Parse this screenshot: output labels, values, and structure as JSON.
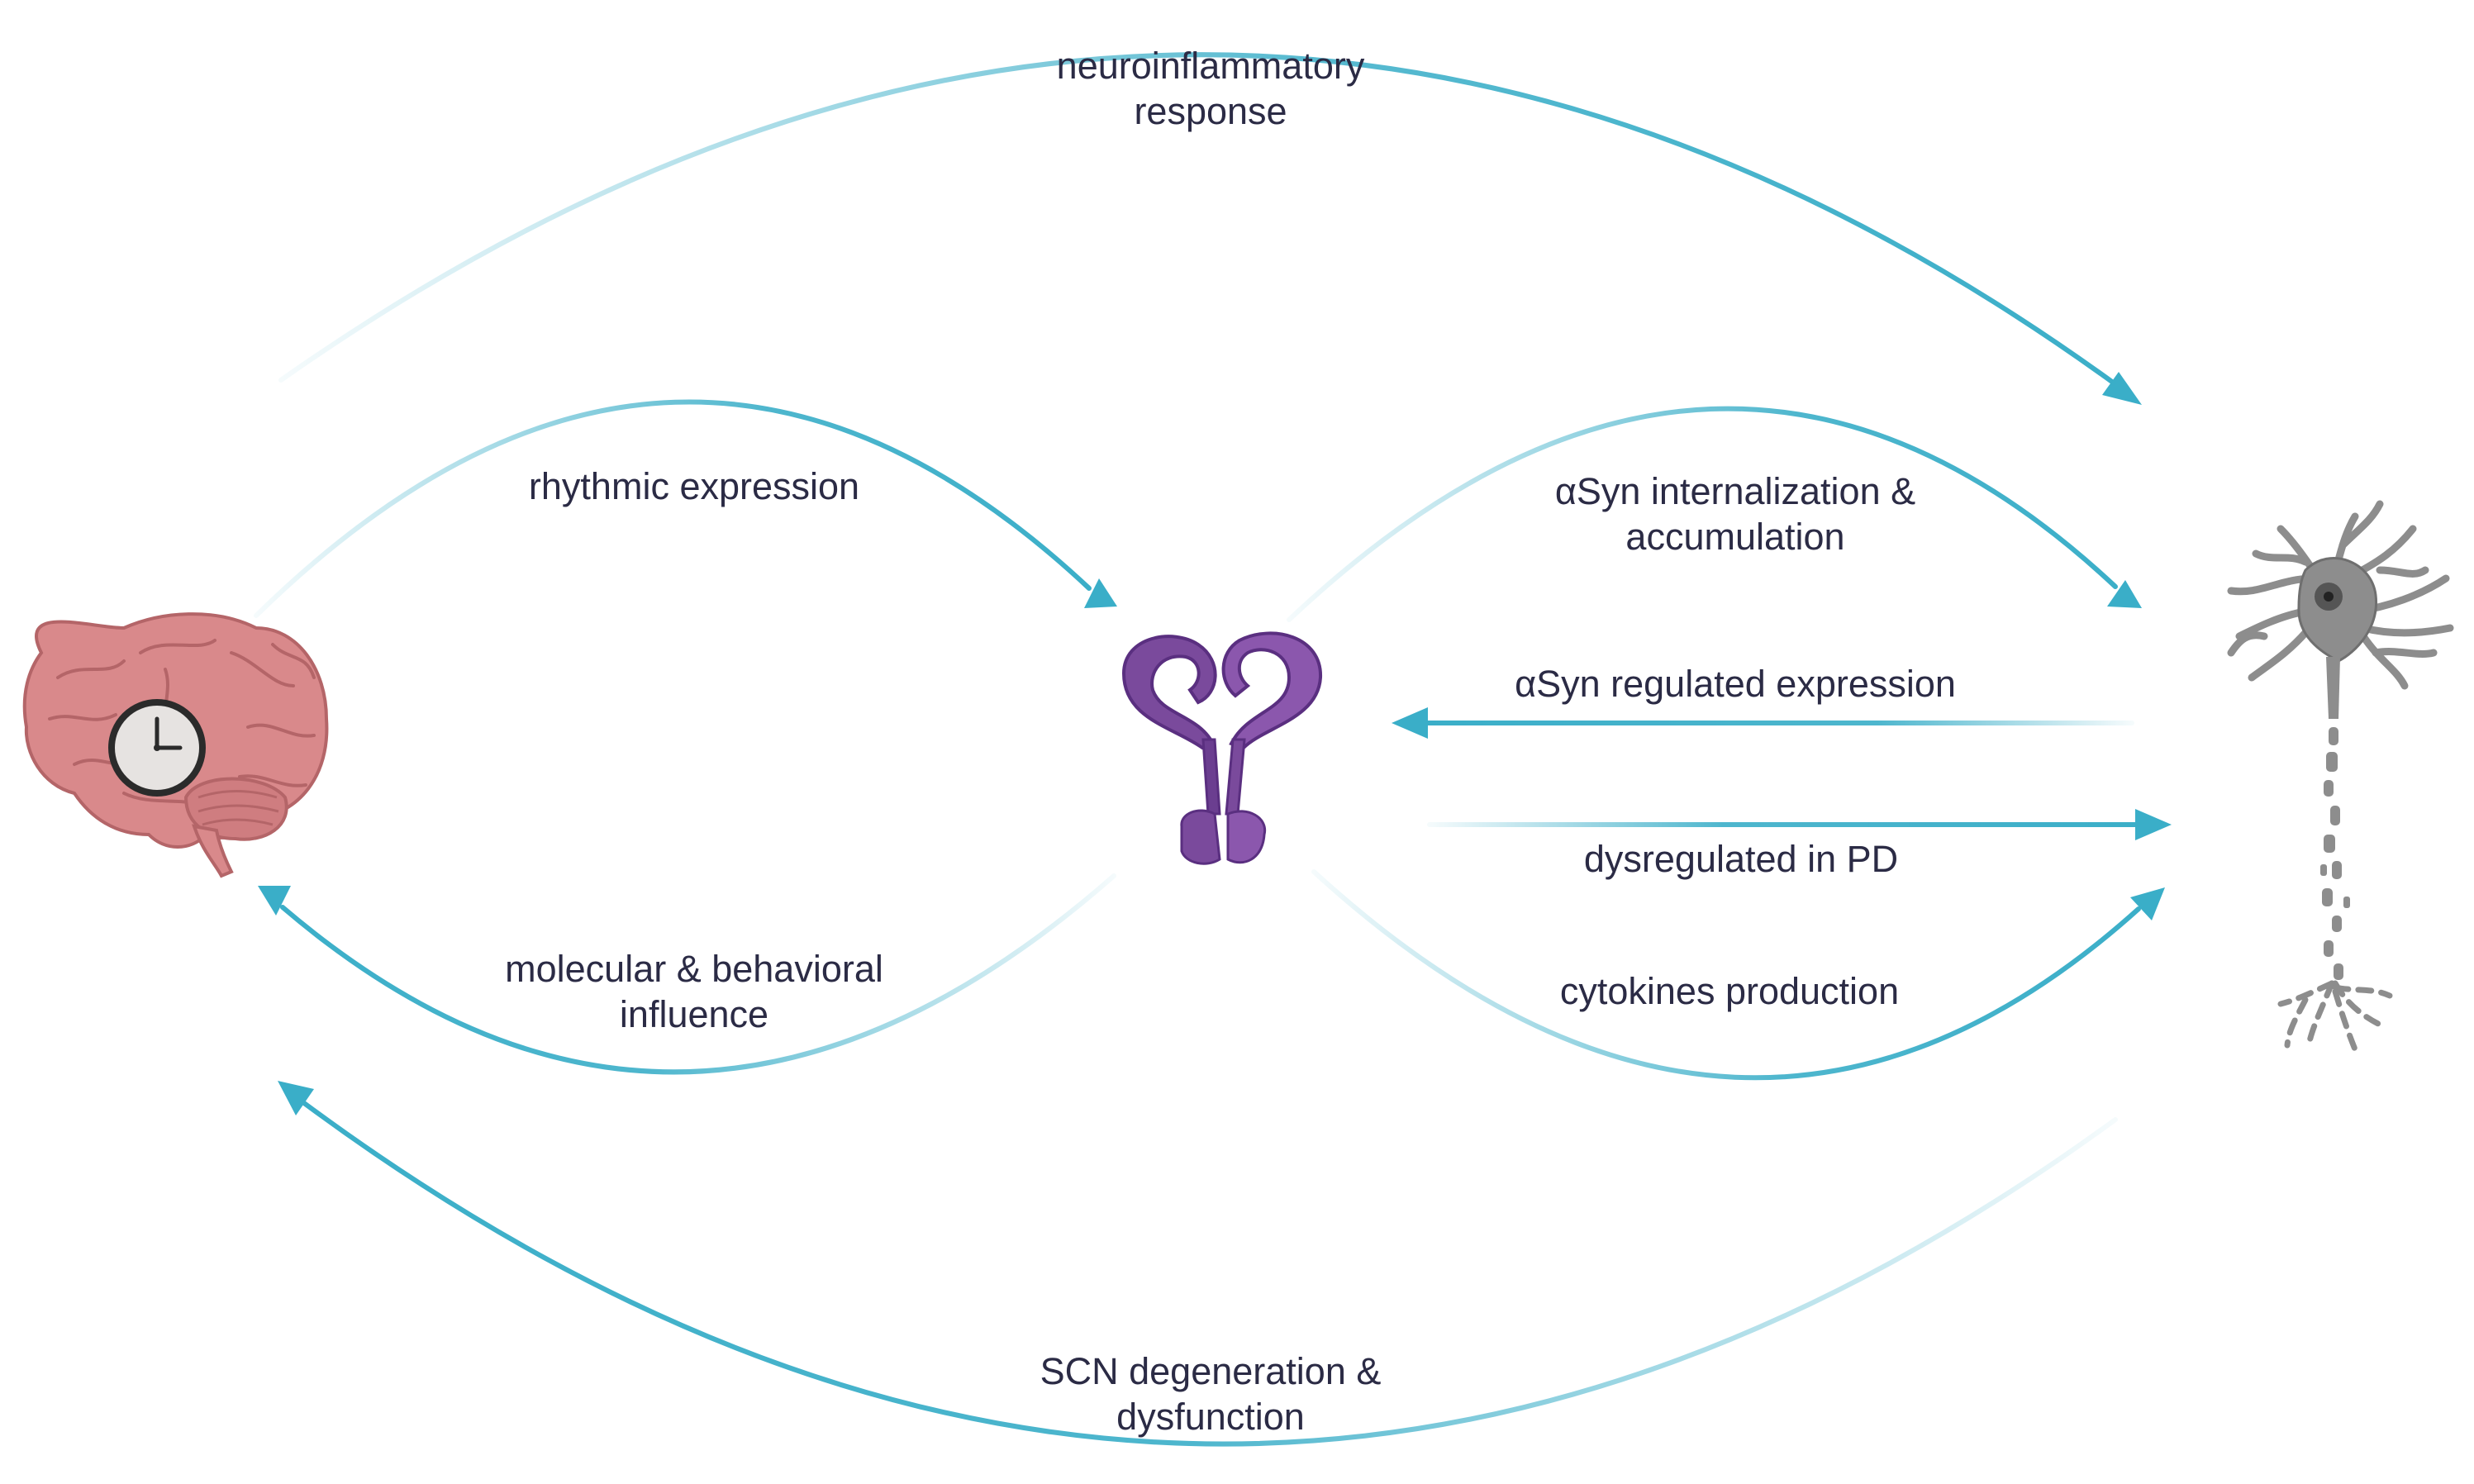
{
  "colors": {
    "arrow": "#3aaec8",
    "brain": "#d9898b",
    "brain_dark": "#b46568",
    "microglia": "#7a4a9c",
    "neuron": "#8d8d8d",
    "text": "#2b2b45"
  },
  "icons": {
    "brain": "brain-with-clock-icon",
    "microglia": "microglia-icon",
    "neuron": "neuron-icon"
  },
  "labels": {
    "neuroinflammatory": [
      "neuroinflammatory",
      "response"
    ],
    "rhythmic": [
      "rhythmic expression"
    ],
    "molecular": [
      "molecular & behavioral",
      "influence"
    ],
    "asyn_internalization": [
      "αSyn internalization &",
      "accumulation"
    ],
    "asyn_regulated": [
      "αSyn regulated expression"
    ],
    "dysregulated": [
      "dysregulated in PD"
    ],
    "cytokines": [
      "cytokines production"
    ],
    "scn": [
      "SCN degeneration &",
      "dysfunction"
    ]
  }
}
